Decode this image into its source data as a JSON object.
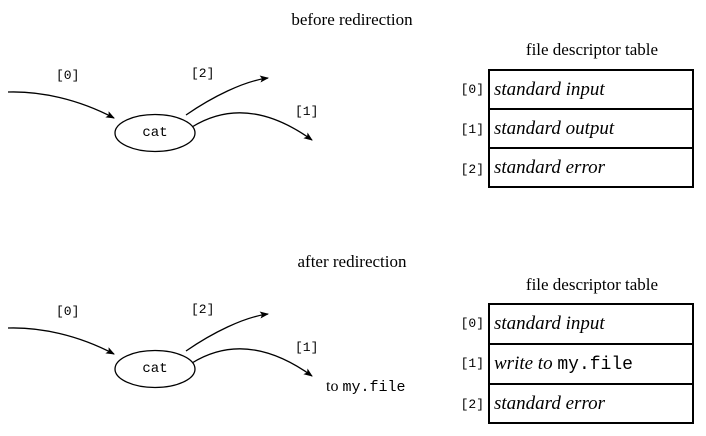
{
  "figure": {
    "title_top": "before redirection",
    "title_bottom": "after redirection"
  },
  "top_diagram": {
    "process_name": "cat",
    "arrows": [
      {
        "label": "[0]",
        "descriptor": 0,
        "role": "stdin-into-process"
      },
      {
        "label": "[2]",
        "descriptor": 2,
        "role": "stderr-out-of-process"
      },
      {
        "label": "[1]",
        "descriptor": 1,
        "role": "stdout-out-of-process"
      }
    ],
    "table": {
      "caption": "file descriptor table",
      "rows": [
        {
          "index": "[0]",
          "value": "standard input",
          "mono_part": ""
        },
        {
          "index": "[1]",
          "value": "standard output",
          "mono_part": ""
        },
        {
          "index": "[2]",
          "value": "standard error",
          "mono_part": ""
        }
      ]
    }
  },
  "bottom_diagram": {
    "process_name": "cat",
    "arrows": [
      {
        "label": "[0]",
        "descriptor": 0,
        "role": "stdin-into-process"
      },
      {
        "label": "[2]",
        "descriptor": 2,
        "role": "stderr-out-of-process"
      },
      {
        "label": "[1]",
        "descriptor": 1,
        "role": "stdout-out-of-process"
      }
    ],
    "sink_label_prefix": "to ",
    "sink_label_file": "my.file",
    "table": {
      "caption": "file descriptor table",
      "rows": [
        {
          "index": "[0]",
          "value": "standard input",
          "mono_part": ""
        },
        {
          "index": "[1]",
          "value": "write to ",
          "mono_part": "my.file"
        },
        {
          "index": "[2]",
          "value": "standard error",
          "mono_part": ""
        }
      ]
    }
  },
  "colors": {
    "ink": "#000000",
    "paper": "#ffffff"
  }
}
